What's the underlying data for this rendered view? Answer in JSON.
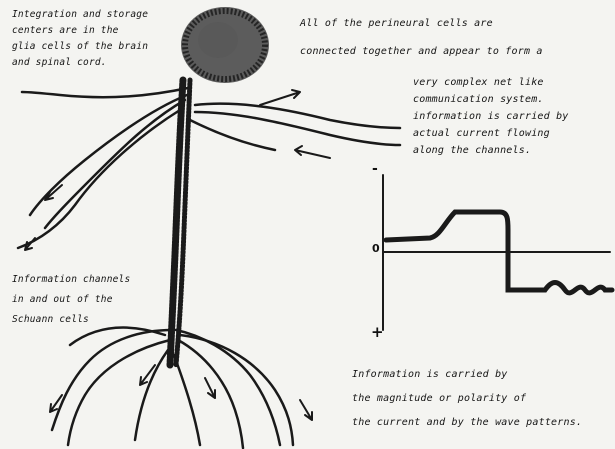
{
  "notes": {
    "top_left": [
      "Integration and storage",
      "centers are in the",
      "glia cells of the brain",
      "and  spinal cord."
    ],
    "top_right": [
      "All of the perineural cells are",
      "connected together and appear to form a"
    ],
    "system": [
      "very complex net like",
      "communication system.",
      "information is carried by",
      "actual current flowing",
      "along the channels."
    ],
    "channels": [
      "Information channels",
      "in and out of the",
      "Schuann cells"
    ],
    "bottom": [
      "Information is carried by",
      "the magnitude or polarity of",
      "the current and by the wave patterns."
    ]
  },
  "graph": {
    "axis_minus": "-",
    "axis_zero": "0",
    "axis_plus": "+"
  },
  "colors": {
    "ink": "#151515",
    "paper": "#f4f4f1"
  }
}
